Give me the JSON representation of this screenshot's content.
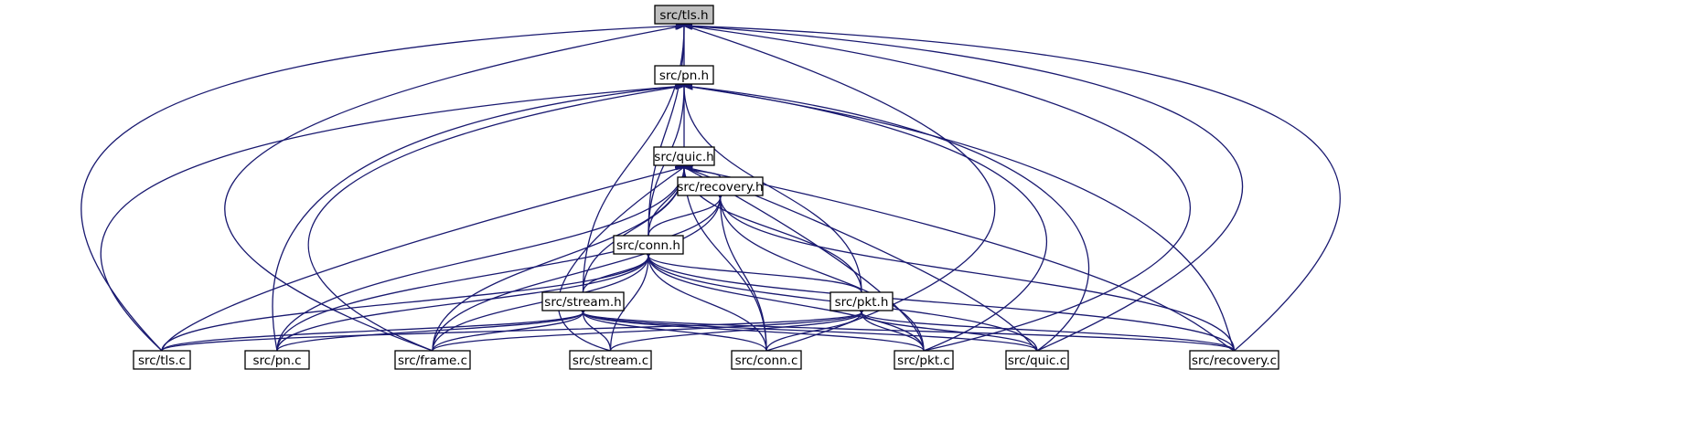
{
  "title": "",
  "colors": {
    "edge": "#191970",
    "root_fill": "#bfbfbf",
    "node_fill": "#ffffff",
    "node_border": "#000000"
  },
  "nodes": {
    "tls_h": "src/tls.h",
    "pn_h": "src/pn.h",
    "quic_h": "src/quic.h",
    "recovery_h": "src/recovery.h",
    "conn_h": "src/conn.h",
    "stream_h": "src/stream.h",
    "pkt_h": "src/pkt.h",
    "tls_c": "src/tls.c",
    "pn_c": "src/pn.c",
    "frame_c": "src/frame.c",
    "stream_c": "src/stream.c",
    "conn_c": "src/conn.c",
    "pkt_c": "src/pkt.c",
    "quic_c": "src/quic.c",
    "recovery_c": "src/recovery.c"
  },
  "edges": [
    [
      "tls_h",
      "pn_h"
    ],
    [
      "tls_h",
      "conn_h"
    ],
    [
      "tls_h",
      "stream_h"
    ],
    [
      "tls_h",
      "tls_c"
    ],
    [
      "tls_h",
      "frame_c"
    ],
    [
      "tls_h",
      "pkt_c"
    ],
    [
      "tls_h",
      "quic_c"
    ],
    [
      "tls_h",
      "recovery_c"
    ],
    [
      "tls_h",
      "conn_c"
    ],
    [
      "pn_h",
      "quic_h"
    ],
    [
      "pn_h",
      "conn_h"
    ],
    [
      "pn_h",
      "pkt_h"
    ],
    [
      "pn_h",
      "tls_c"
    ],
    [
      "pn_h",
      "pn_c"
    ],
    [
      "pn_h",
      "frame_c"
    ],
    [
      "pn_h",
      "pkt_c"
    ],
    [
      "pn_h",
      "quic_c"
    ],
    [
      "pn_h",
      "recovery_c"
    ],
    [
      "quic_h",
      "recovery_h"
    ],
    [
      "quic_h",
      "conn_h"
    ],
    [
      "quic_h",
      "stream_h"
    ],
    [
      "quic_h",
      "pkt_h"
    ],
    [
      "quic_h",
      "tls_c"
    ],
    [
      "quic_h",
      "pn_c"
    ],
    [
      "quic_h",
      "frame_c"
    ],
    [
      "quic_h",
      "stream_c"
    ],
    [
      "quic_h",
      "conn_c"
    ],
    [
      "quic_h",
      "pkt_c"
    ],
    [
      "quic_h",
      "quic_c"
    ],
    [
      "quic_h",
      "recovery_c"
    ],
    [
      "recovery_h",
      "conn_h"
    ],
    [
      "recovery_h",
      "pn_c"
    ],
    [
      "recovery_h",
      "frame_c"
    ],
    [
      "recovery_h",
      "conn_c"
    ],
    [
      "recovery_h",
      "pkt_c"
    ],
    [
      "recovery_h",
      "recovery_c"
    ],
    [
      "conn_h",
      "stream_h"
    ],
    [
      "conn_h",
      "pkt_h"
    ],
    [
      "conn_h",
      "tls_c"
    ],
    [
      "conn_h",
      "pn_c"
    ],
    [
      "conn_h",
      "frame_c"
    ],
    [
      "conn_h",
      "stream_c"
    ],
    [
      "conn_h",
      "conn_c"
    ],
    [
      "conn_h",
      "pkt_c"
    ],
    [
      "conn_h",
      "quic_c"
    ],
    [
      "conn_h",
      "recovery_c"
    ],
    [
      "stream_h",
      "tls_c"
    ],
    [
      "stream_h",
      "pn_c"
    ],
    [
      "stream_h",
      "frame_c"
    ],
    [
      "stream_h",
      "stream_c"
    ],
    [
      "stream_h",
      "conn_c"
    ],
    [
      "stream_h",
      "pkt_c"
    ],
    [
      "stream_h",
      "quic_c"
    ],
    [
      "stream_h",
      "recovery_c"
    ],
    [
      "pkt_h",
      "tls_c"
    ],
    [
      "pkt_h",
      "frame_c"
    ],
    [
      "pkt_h",
      "stream_c"
    ],
    [
      "pkt_h",
      "conn_c"
    ],
    [
      "pkt_h",
      "pkt_c"
    ],
    [
      "pkt_h",
      "quic_c"
    ],
    [
      "pkt_h",
      "recovery_c"
    ]
  ]
}
